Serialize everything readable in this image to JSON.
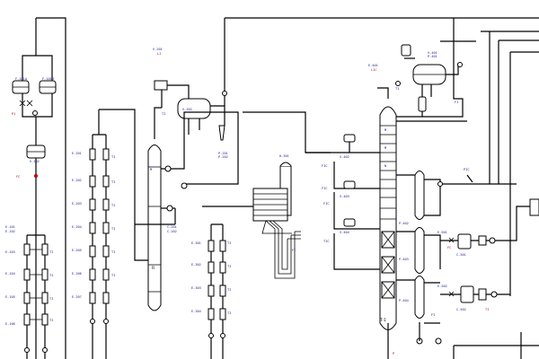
{
  "diagram": {
    "kind": "process-flow-diagram",
    "background": "#ffffff",
    "line_color": "#000000",
    "tag_color_blue": "#1a1a8c",
    "tag_color_red": "#a01818",
    "reactor_label": "R",
    "column_letters": [
      "M",
      "M",
      "N"
    ],
    "main_column_label": "T-1"
  }
}
